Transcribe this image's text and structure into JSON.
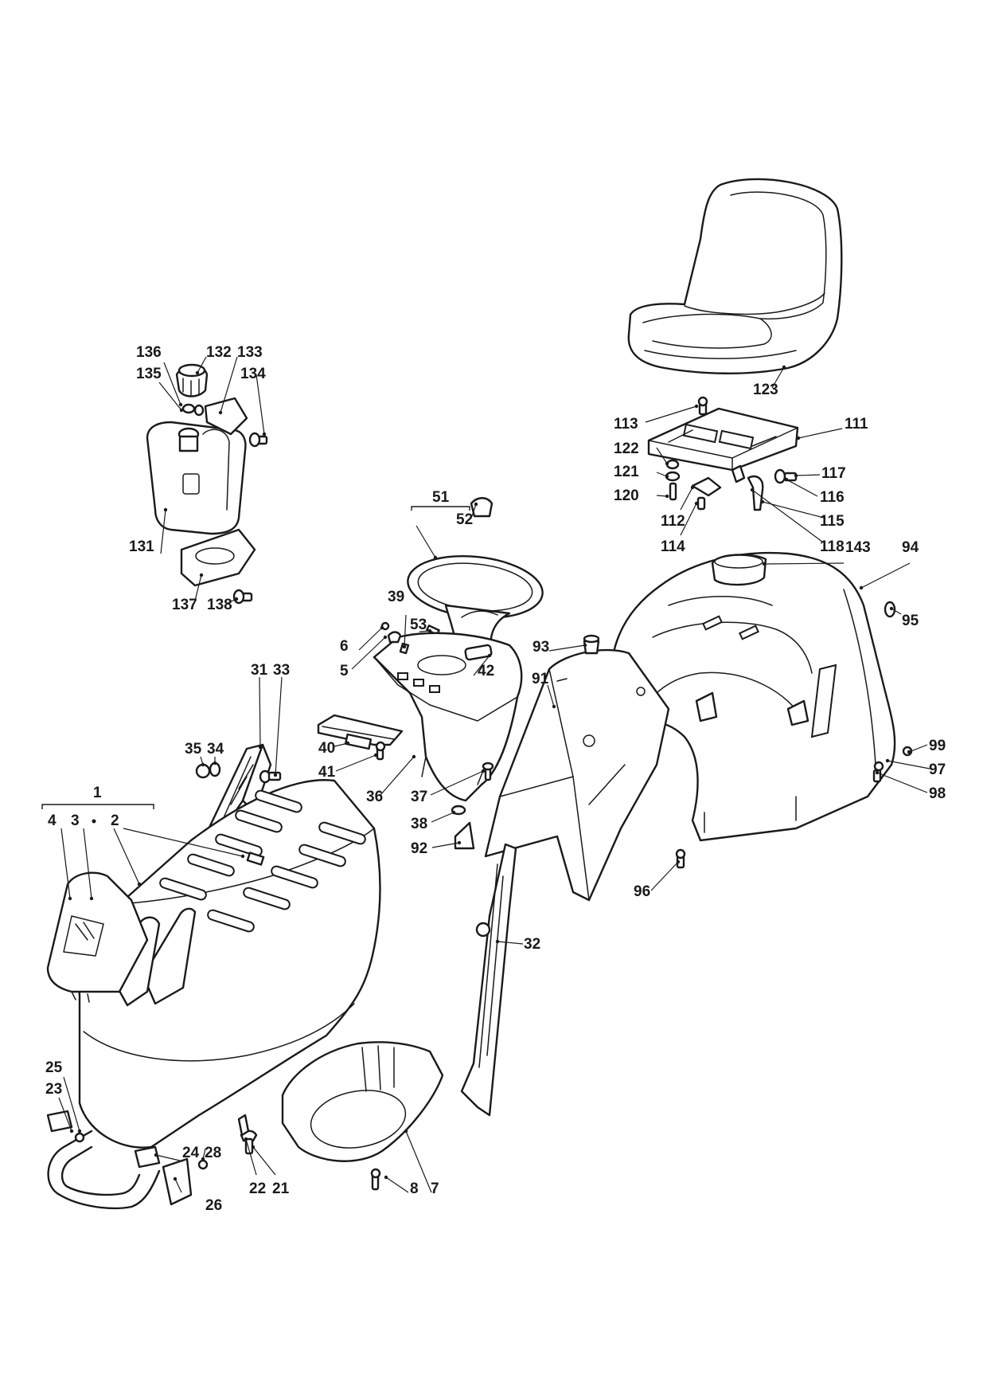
{
  "diagram": {
    "callouts": {
      "c1": "1",
      "c2a": "2",
      "c2b": "2",
      "c3": "3",
      "c4": "4",
      "c5": "5",
      "c6": "6",
      "c7": "7",
      "c8": "8",
      "c21": "21",
      "c22": "22",
      "c23": "23",
      "c24": "24",
      "c25": "25",
      "c26": "26",
      "c28": "28",
      "c31": "31",
      "c32": "32",
      "c33": "33",
      "c34": "34",
      "c35": "35",
      "c36": "36",
      "c37": "37",
      "c38": "38",
      "c39": "39",
      "c40": "40",
      "c41": "41",
      "c42": "42",
      "c51": "51",
      "c52": "52",
      "c53": "53",
      "c91": "91",
      "c92": "92",
      "c93": "93",
      "c94": "94",
      "c95": "95",
      "c96": "96",
      "c97": "97",
      "c98": "98",
      "c99": "99",
      "c111": "111",
      "c112": "112",
      "c113": "113",
      "c114": "114",
      "c115": "115",
      "c116": "116",
      "c117": "117",
      "c118": "118",
      "c120": "120",
      "c121": "121",
      "c122": "122",
      "c123": "123",
      "c131": "131",
      "c132": "132",
      "c133": "133",
      "c134": "134",
      "c135": "135",
      "c136": "136",
      "c137": "137",
      "c138": "138",
      "c143": "143"
    }
  }
}
